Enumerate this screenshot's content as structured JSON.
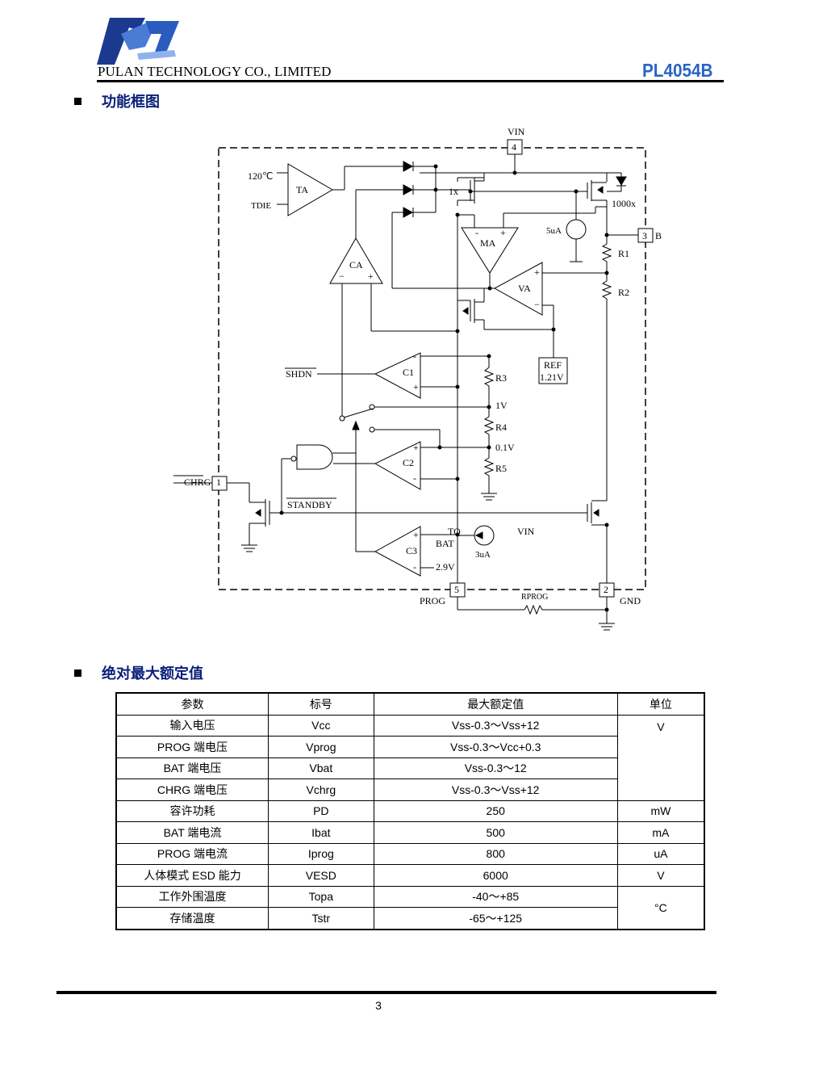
{
  "header": {
    "company": "PULAN TECHNOLOGY CO., LIMITED",
    "model": "PL4054B"
  },
  "sections": {
    "block_diagram_title": "功能框图",
    "abs_max_title": "绝对最大额定值"
  },
  "diagram": {
    "vin_top": "VIN",
    "pin4": "4",
    "temp": "120℃",
    "ta": "TA",
    "tdie": "TDIE",
    "one_x": "1x",
    "thousand_x": "1000x",
    "i5ua": "5uA",
    "pin3": "3",
    "bat": "BAT",
    "ma": "MA",
    "r1": "R1",
    "ca": "CA",
    "va": "VA",
    "r2": "R2",
    "ref": "REF",
    "ref_v": "1.21V",
    "shdn": "SHDN",
    "c1": "C1",
    "r3": "R3",
    "v1": "1V",
    "r4": "R4",
    "v01": "0.1V",
    "c2": "C2",
    "r5": "R5",
    "chrg": "CHRG",
    "pin1": "1",
    "standby": "STANDBY",
    "to": "TO",
    "bat2": "BAT",
    "i3ua": "3uA",
    "vin_mid": "VIN",
    "c3": "C3",
    "v29": "2.9V",
    "pin5": "5",
    "prog": "PROG",
    "rprog": "RPROG",
    "pin2": "2",
    "gnd": "GND"
  },
  "table": {
    "headers": [
      "参数",
      "标号",
      "最大额定值",
      "单位"
    ],
    "rows": [
      {
        "param": "输入电压",
        "sym": "Vcc",
        "val": "Vss-0.3～Vss+12"
      },
      {
        "param": "PROG 端电压",
        "sym": "Vprog",
        "val": "Vss-0.3～Vcc+0.3"
      },
      {
        "param": "BAT 端电压",
        "sym": "Vbat",
        "val": "Vss-0.3～12"
      },
      {
        "param": "CHRG 端电压",
        "sym": "Vchrg",
        "val": "Vss-0.3～Vss+12"
      },
      {
        "param": "容许功耗",
        "sym": "PD",
        "val": "250",
        "unit": "mW"
      },
      {
        "param": "BAT 端电流",
        "sym": "Ibat",
        "val": "500",
        "unit": "mA"
      },
      {
        "param": "PROG 端电流",
        "sym": "Iprog",
        "val": "800",
        "unit": "uA"
      },
      {
        "param": "人体模式 ESD 能力",
        "sym": "VESD",
        "val": "6000",
        "unit": "V"
      },
      {
        "param": "工作外围温度",
        "sym": "Topa",
        "val": "-40～+85"
      },
      {
        "param": "存储温度",
        "sym": "Tstr",
        "val": "-65～+125"
      }
    ],
    "unit_voltage": "V",
    "unit_temp": "°C"
  },
  "footer": {
    "page": "3"
  }
}
